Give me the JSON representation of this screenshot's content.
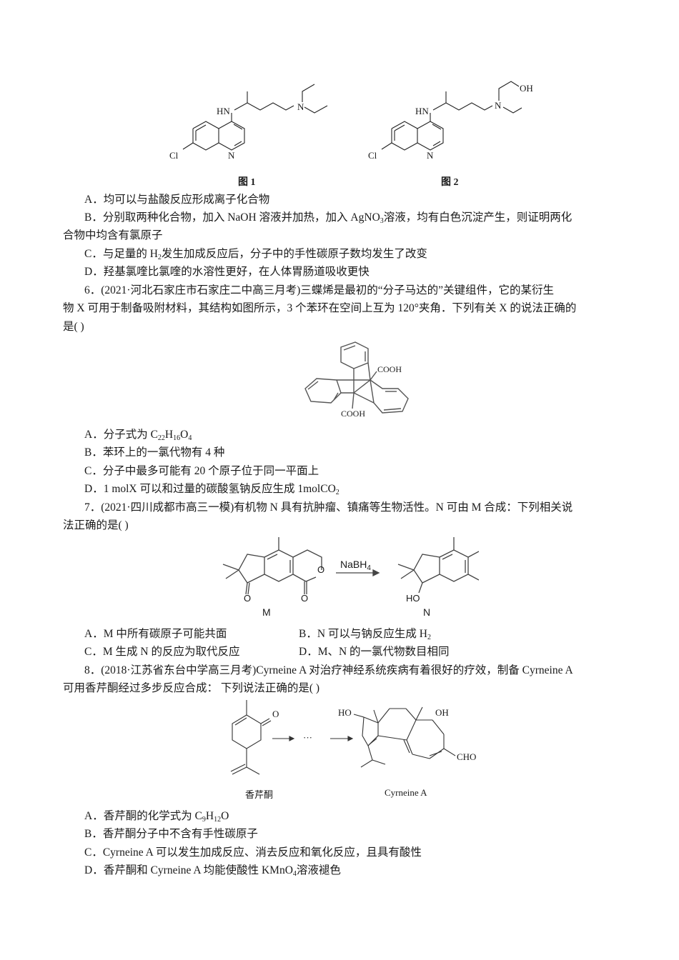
{
  "q5": {
    "figures": [
      {
        "caption": "图 1",
        "labels": {
          "hn": "HN",
          "n": "N",
          "cl": "Cl",
          "ring_n": "N"
        }
      },
      {
        "caption": "图 2",
        "labels": {
          "hn": "HN",
          "n": "N",
          "cl": "Cl",
          "ring_n": "N",
          "oh": "OH"
        }
      }
    ],
    "options": {
      "A": "A．均可以与盐酸反应形成离子化合物",
      "B_line1_pre": "B．分别取两种化合物，加入 NaOH 溶液并加热，加入 AgNO",
      "B_sub": "3",
      "B_line1_post": "溶液，均有白色沉淀产生，则证明两化",
      "B_line2": "合物中均含有氯原子",
      "C_pre": "C．与足量的 H",
      "C_sub": "2",
      "C_post": "发生加成反应后，分子中的手性碳原子数均发生了改变",
      "D": "D．羟基氯喹比氯喹的水溶性更好，在人体胃肠道吸收更快"
    }
  },
  "q6": {
    "stem_line1": "6．(2021·河北石家庄市石家庄二中高三月考)三蝶烯是最初的“分子马达的”关键组件，它的某衍生",
    "stem_line2": "物 X 可用于制备吸附材料，其结构如图所示，3 个苯环在空间上互为 120°夹角．下列有关 X 的说法正确的",
    "stem_line3": "是(    )",
    "figure_labels": {
      "cooh_top": "COOH",
      "cooh_bottom": "COOH"
    },
    "options": {
      "A_pre": "A．分子式为 C",
      "A_sub1": "22",
      "A_mid1": "H",
      "A_sub2": "16",
      "A_mid2": "O",
      "A_sub3": "4",
      "B": "B．苯环上的一氯代物有 4 种",
      "C": "C．分子中最多可能有 20 个原子位于同一平面上",
      "D_pre": "D．1 molX 可以和过量的碳酸氢钠反应生成 1molCO",
      "D_sub": "2"
    }
  },
  "q7": {
    "stem_line1": "7．(2021·四川成都市高三一模)有机物 N 具有抗肿瘤、镇痛等生物活性。N 可由 M 合成：下列相关说",
    "stem_line2": "法正确的是(    )",
    "figure": {
      "reagent_pre": "NaBH",
      "reagent_sub": "4",
      "label_m": "M",
      "label_n": "N",
      "ho": "HO",
      "o": "O"
    },
    "options": {
      "A": "A．M 中所有碳原子可能共面",
      "B_pre": "B．N 可以与钠反应生成 H",
      "B_sub": "2",
      "C": "C．M 生成 N 的反应为取代反应",
      "D": "D．M、N 的一氯代物数目相同"
    }
  },
  "q8": {
    "stem_line1": "8．(2018·江苏省东台中学高三月考)Cyrneine A 对治疗神经系统疾病有着很好的疗效，制备 Cyrneine A",
    "stem_line2": "可用香芹酮经过多步反应合成：  下列说法正确的是(    )",
    "figure": {
      "label_left": "香芹酮",
      "label_right": "Cyrneine A",
      "dots": "···",
      "o": "O",
      "ho": "HO",
      "oh": "OH",
      "cho": "CHO"
    },
    "options": {
      "A_pre": "A．香芹酮的化学式为 C",
      "A_sub1": "9",
      "A_mid": "H",
      "A_sub2": "12",
      "A_post": "O",
      "B": "B．香芹酮分子中不含有手性碳原子",
      "C": "C．Cyrneine A 可以发生加成反应、消去反应和氧化反应，且具有酸性",
      "D_pre": "D．香芹酮和 Cyrneine A 均能使酸性 KMnO",
      "D_sub": "4",
      "D_post": "溶液褪色"
    }
  }
}
